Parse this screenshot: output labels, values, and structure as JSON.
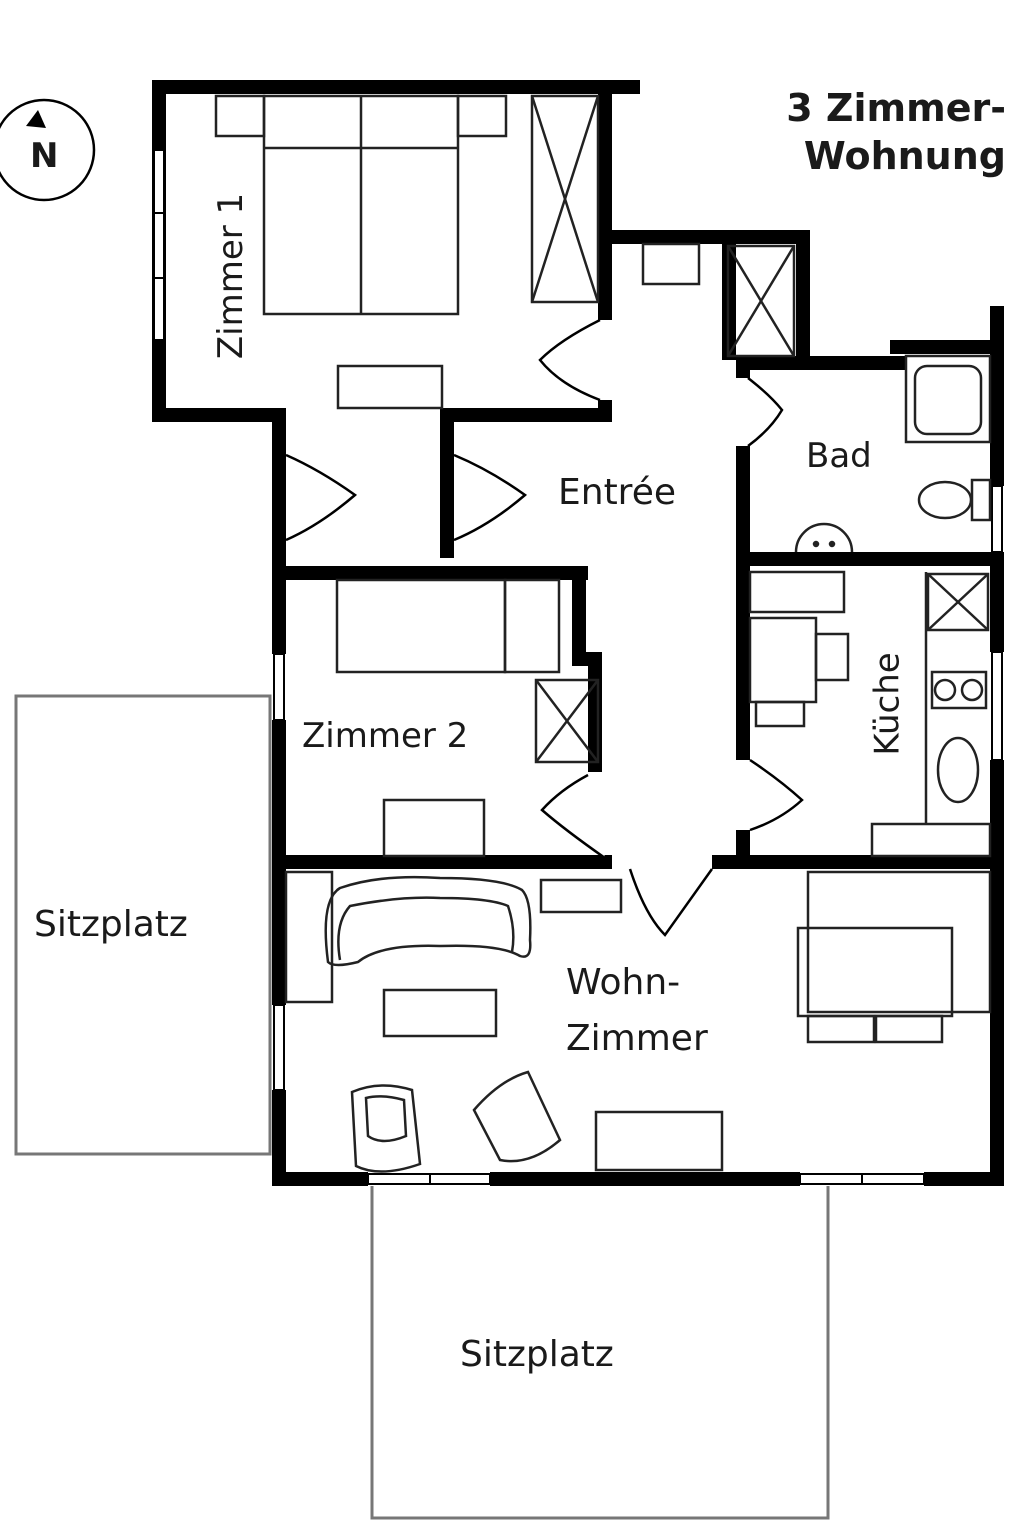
{
  "title": {
    "line1": "3  Zimmer-",
    "line2": "Wohnung"
  },
  "compass": {
    "letter": "N",
    "direction": "north"
  },
  "rooms": {
    "zimmer1": "Zimmer 1",
    "entree": "Entrée",
    "bad": "Bad",
    "zimmer2": "Zimmer 2",
    "kueche": "Küche",
    "wohn_line1": "Wohn-",
    "wohn_line2": "Zimmer",
    "sitzplatz_west": "Sitzplatz",
    "sitzplatz_south": "Sitzplatz"
  },
  "colors": {
    "wall": "#000000",
    "furniture": "#222222",
    "background": "#ffffff",
    "terrace": "#777777"
  }
}
